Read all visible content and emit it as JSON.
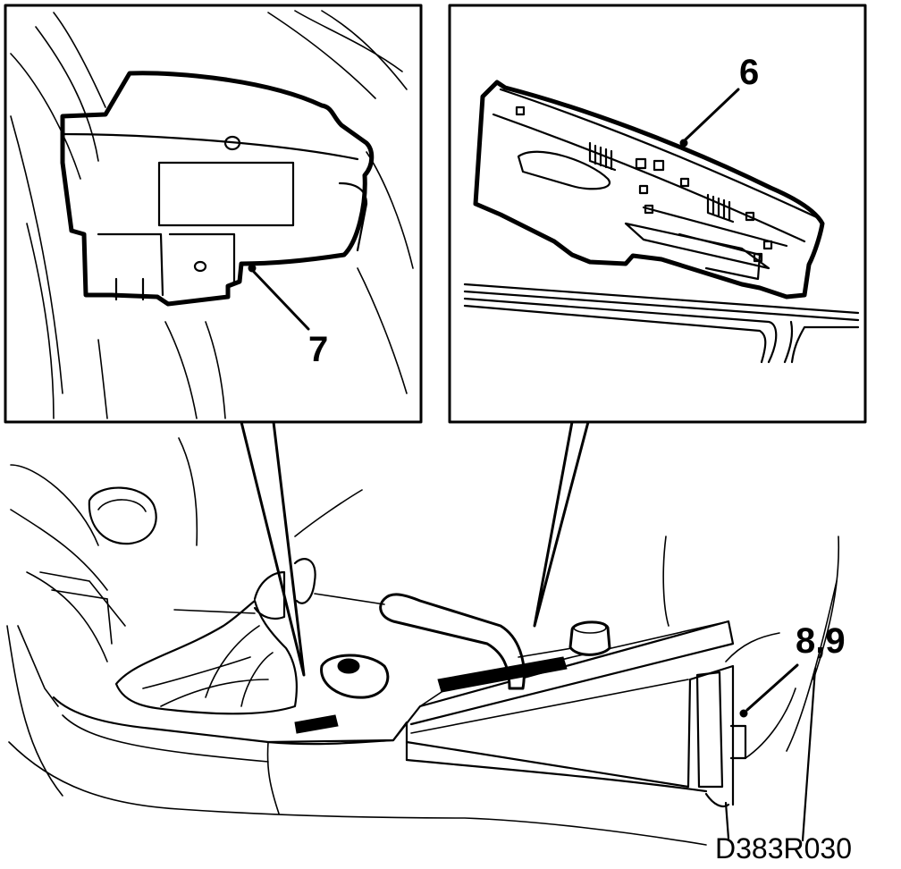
{
  "labels": {
    "left_inset_callout": "7",
    "right_inset_callout": "6",
    "console_callout": "8,9",
    "figure_code": "D383R030"
  },
  "colors": {
    "ink": "#000000",
    "paper": "#ffffff"
  }
}
